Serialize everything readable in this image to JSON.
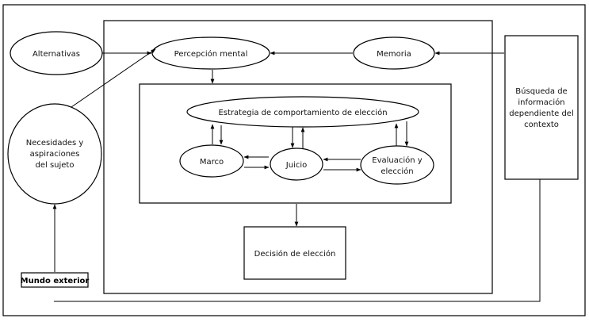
{
  "nodes": {
    "alternativas": "Alternativas",
    "percepcion": "Percepción mental",
    "memoria": "Memoria",
    "necesidades": [
      "Necesidades y",
      "aspiraciones",
      "del sujeto"
    ],
    "estrategia": "Estrategia de comportamiento de elección",
    "marco": "Marco",
    "juicio": "Juicio",
    "evaluacion": [
      "Evaluación y",
      "elección"
    ],
    "busqueda": [
      "Búsqueda de",
      "información",
      "dependiente del",
      "contexto"
    ],
    "decision": "Decisión de elección",
    "mundo": "Mundo exterior"
  }
}
